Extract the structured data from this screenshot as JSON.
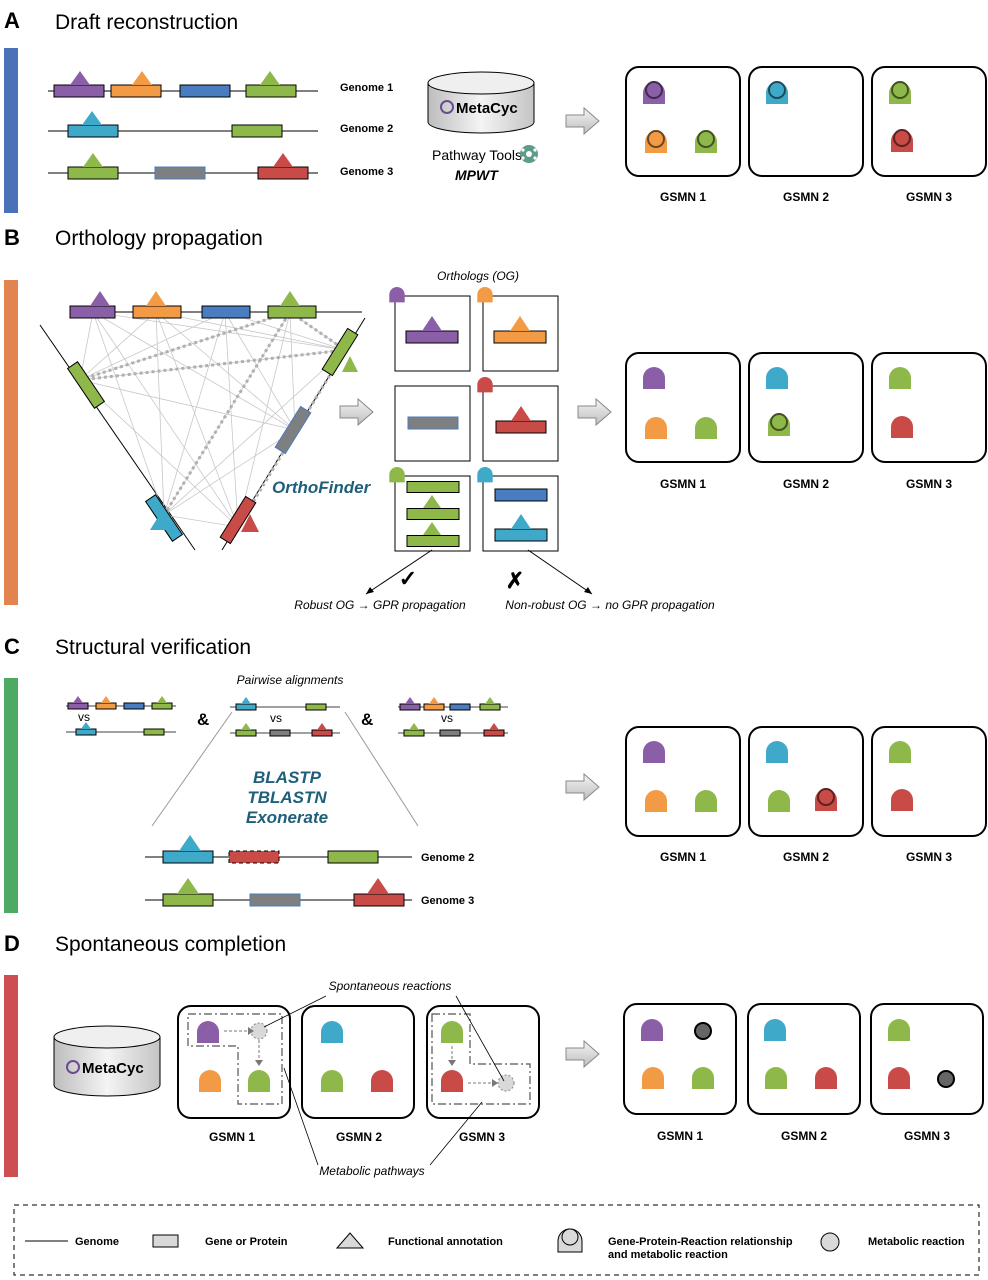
{
  "colors": {
    "purple": "#8b5fa8",
    "orange": "#f39a45",
    "blue": "#4a7cc0",
    "green": "#8fb84a",
    "cyan": "#3fa9c9",
    "gray": "#7d7f80",
    "red": "#c94b48",
    "bar_a": "#4a72b8",
    "bar_b": "#e1844f",
    "bar_c": "#4caa63",
    "bar_d": "#cd4f52",
    "tool_text": "#1f5f7a",
    "check": "#58b947",
    "cross": "#d33a35"
  },
  "sections": {
    "a": {
      "letter": "A",
      "title": "Draft reconstruction",
      "genome_labels": [
        "Genome 1",
        "Genome 2",
        "Genome 3"
      ],
      "metacyc_logo": "MetaCyc",
      "pathway_tools": "Pathway Tools",
      "mpwt": "MPWT",
      "gsmn_labels": [
        "GSMN 1",
        "GSMN 2",
        "GSMN 3"
      ]
    },
    "b": {
      "letter": "B",
      "title": "Orthology propagation",
      "orthologs_label": "Orthologs (OG)",
      "orthofinder": "OrthoFinder",
      "robust_label": "Robust OG → GPR propagation",
      "nonrobust_label": "Non-robust OG → no GPR propagation",
      "check_mark": "✓",
      "cross_mark": "✗",
      "gsmn_labels": [
        "GSMN 1",
        "GSMN 2",
        "GSMN 3"
      ]
    },
    "c": {
      "letter": "C",
      "title": "Structural verification",
      "pairwise_label": "Pairwise alignments",
      "vs": "vs",
      "amp": "&",
      "tools": [
        "BLASTP",
        "TBLASTN",
        "Exonerate"
      ],
      "genome_labels": [
        "Genome 2",
        "Genome 3"
      ],
      "gsmn_labels": [
        "GSMN 1",
        "GSMN 2",
        "GSMN 3"
      ]
    },
    "d": {
      "letter": "D",
      "title": "Spontaneous completion",
      "metacyc_logo": "MetaCyc",
      "spontaneous_label": "Spontaneous reactions",
      "pathways_label": "Metabolic pathways",
      "gsmn_labels": [
        "GSMN 1",
        "GSMN 2",
        "GSMN 3"
      ],
      "result_gsmn_labels": [
        "GSMN 1",
        "GSMN 2",
        "GSMN 3"
      ]
    }
  },
  "legend": {
    "genome": "Genome",
    "gene": "Gene or Protein",
    "annotation": "Functional annotation",
    "gpr_line1": "Gene-Protein-Reaction relationship",
    "gpr_line2": "and metabolic reaction",
    "reaction": "Metabolic reaction"
  }
}
